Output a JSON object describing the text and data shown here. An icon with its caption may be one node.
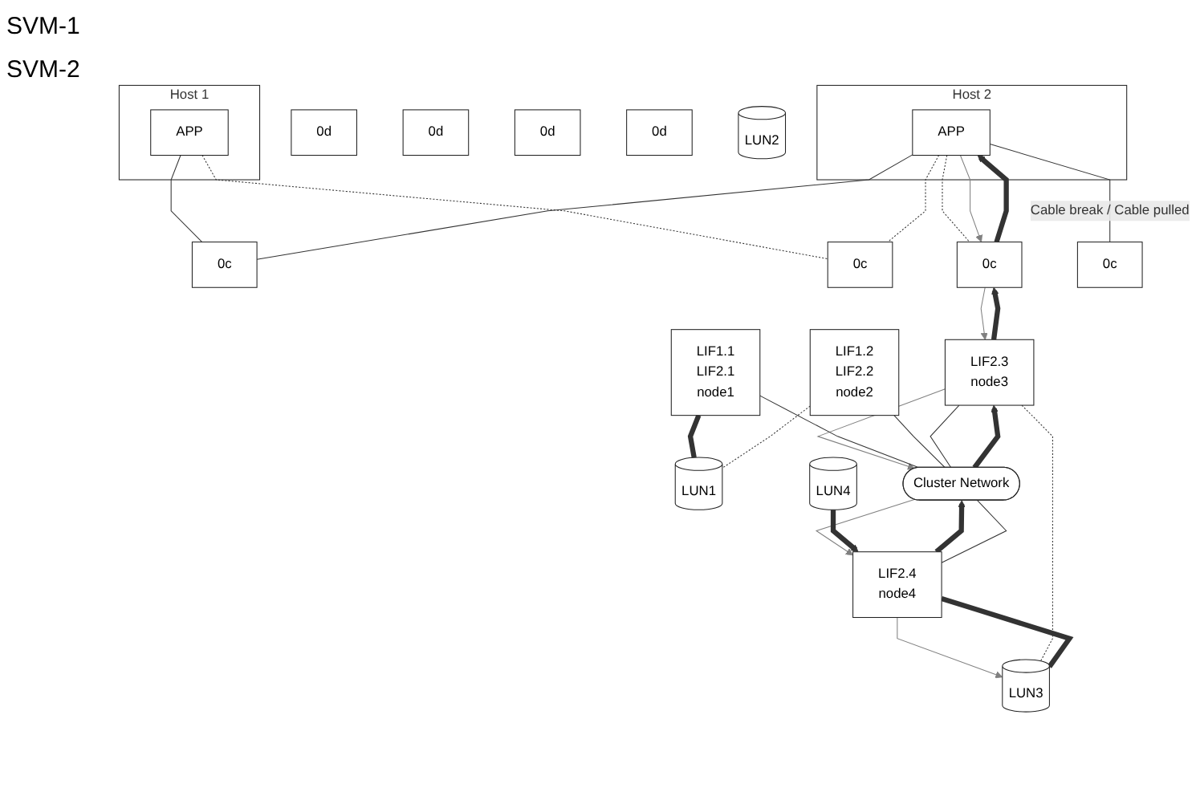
{
  "diagram": {
    "nodes": [
      {
        "text": [
          "Host 1"
        ]
      },
      {
        "text": [
          "APP"
        ],
        "in": 0
      },
      {
        "text": [
          "Host 2"
        ]
      },
      {
        "text": [
          "APP"
        ],
        "in": 2
      },
      {
        "text": [
          "0c"
        ]
      },
      {
        "text": [
          "0d"
        ]
      },
      {
        "text": [
          "0c"
        ]
      },
      {
        "text": [
          "0d"
        ]
      },
      {
        "text": [
          "0c"
        ]
      },
      {
        "text": [
          "0d"
        ]
      },
      {
        "text": [
          "0c"
        ]
      },
      {
        "text": [
          "0d"
        ]
      },
      {
        "text": [
          "LIF1.1",
          "LIF2.1",
          "node1"
        ]
      },
      {
        "text": [
          "LIF1.2",
          "LIF2.2",
          "node2"
        ]
      },
      {
        "text": [
          "LIF2.3",
          "node3"
        ]
      },
      {
        "text": [
          "LIF2.4",
          "node4"
        ]
      },
      {
        "text": [
          "LUN1"
        ]
      },
      {
        "text": [
          "LUN2"
        ]
      },
      {
        "text": [
          "Cluster Network"
        ]
      },
      {
        "text": [
          "LUN3"
        ]
      },
      {
        "text": [
          "LUN4"
        ]
      }
    ],
    "edges": [
      {
        "from": 1,
        "to": 4,
        "arrow": "none"
      },
      {
        "from": 1,
        "to": 6,
        "arrow": "none",
        "style": "dashed"
      },
      {
        "from": 3,
        "to": 4,
        "arrow": "none"
      },
      {
        "from": 3,
        "to": 6,
        "arrow": "none",
        "style": "dashed"
      },
      {
        "from": 3,
        "to": 8,
        "arrow": "none",
        "style": "dashed"
      },
      {
        "from": 3,
        "to": 8,
        "arrow": "to",
        "color": "#808080"
      },
      {
        "from": 8,
        "to": 3,
        "arrow": "to",
        "style": "thick"
      },
      {
        "from": 3,
        "to": 10,
        "arrow": "none",
        "label": "Cable break / Cable pulled"
      },
      {
        "from": 8,
        "to": 14,
        "arrow": "to",
        "color": "#808080"
      },
      {
        "from": 14,
        "to": 8,
        "arrow": "to",
        "style": "thick"
      },
      {
        "from": 14,
        "to": 18,
        "arrow": "to",
        "color": "#808080"
      },
      {
        "from": 18,
        "to": 14,
        "arrow": "to",
        "style": "thick"
      },
      {
        "from": 18,
        "to": 15,
        "arrow": "to",
        "color": "#808080"
      },
      {
        "from": 15,
        "to": 18,
        "arrow": "to",
        "style": "thick"
      },
      {
        "from": 15,
        "to": 19,
        "arrow": "to",
        "color": "#808080"
      },
      {
        "from": 19,
        "to": 15,
        "arrow": "none",
        "style": "thick"
      },
      {
        "from": 20,
        "to": 15,
        "arrow": "to",
        "style": "thick"
      },
      {
        "from": 12,
        "to": 18,
        "arrow": "none"
      },
      {
        "from": 13,
        "to": 18,
        "arrow": "none"
      },
      {
        "from": 14,
        "to": 18,
        "arrow": "none"
      },
      {
        "from": 15,
        "to": 18,
        "arrow": "none"
      },
      {
        "from": 12,
        "to": 16,
        "arrow": "none",
        "style": "thick"
      },
      {
        "from": 13,
        "to": 16,
        "arrow": "none",
        "style": "dashed"
      },
      {
        "from": 14,
        "to": 19,
        "arrow": "none",
        "style": "dashed"
      }
    ],
    "labels": [
      "SVM-1",
      "SVM-2"
    ]
  }
}
